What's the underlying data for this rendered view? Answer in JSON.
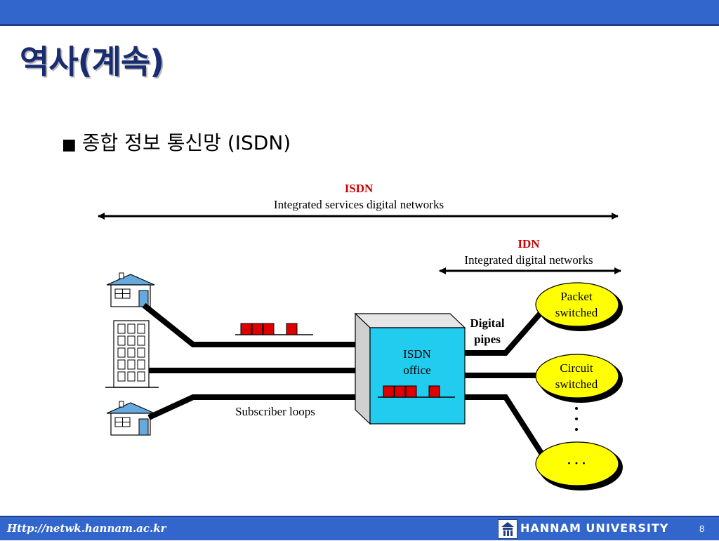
{
  "slide": {
    "title": "역사(계속)",
    "bullet_mark": "■",
    "bullet_text": "종합 정보 통신망 (ISDN)"
  },
  "diagram": {
    "isdn_abbr": "ISDN",
    "isdn_full": "Integrated services digital networks",
    "idn_abbr": "IDN",
    "idn_full": "Integrated digital networks",
    "office_line1": "ISDN",
    "office_line2": "office",
    "digital_pipes_line1": "Digital",
    "digital_pipes_line2": "pipes",
    "subscriber_loops": "Subscriber loops",
    "packet_line1": "Packet",
    "packet_line2": "switched",
    "circuit_line1": "Circuit",
    "circuit_line2": "switched",
    "more_ellipsis": "· · ·"
  },
  "footer": {
    "url": "Http://netwk.hannam.ac.kr",
    "university": "HANNAM  UNIVERSITY",
    "page_number": "8"
  },
  "colors": {
    "header_blue": "#3366cc",
    "title_navy": "#1a2c70",
    "label_red": "#cc0000",
    "office_cyan": "#22ccee",
    "network_yellow": "#ffff00",
    "packet_red": "#dd0000",
    "house_blue": "#66aadd"
  }
}
